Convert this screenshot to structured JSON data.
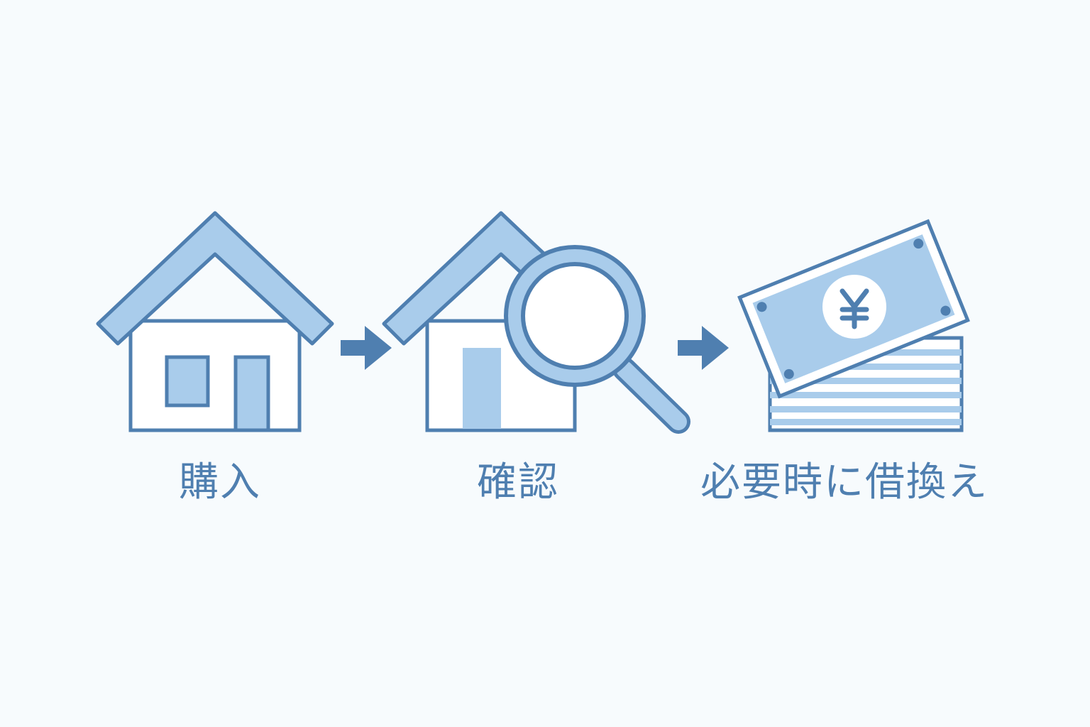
{
  "colors": {
    "background": "#f7fbfd",
    "stroke": "#4f7fb0",
    "fill_light": "#a9cceb",
    "fill_white": "#ffffff",
    "label_text": "#4f7fb0"
  },
  "steps": [
    {
      "icon": "house-icon",
      "label": "購入"
    },
    {
      "icon": "house-with-magnifier-icon",
      "label": "確認"
    },
    {
      "icon": "yen-banknotes-icon",
      "label": "必要時に借換え"
    }
  ],
  "arrows": [
    {
      "icon": "arrow-right-icon"
    },
    {
      "icon": "arrow-right-icon"
    }
  ]
}
